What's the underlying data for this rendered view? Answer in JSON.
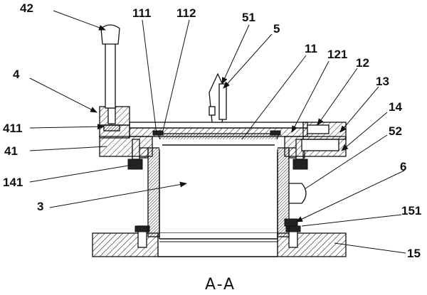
{
  "caption": "A-A",
  "labels": {
    "l42": "42",
    "l111": "111",
    "l112": "112",
    "l51": "51",
    "l5": "5",
    "l11": "11",
    "l121": "121",
    "l12": "12",
    "l13": "13",
    "l4": "4",
    "l14": "14",
    "l411": "411",
    "l41": "41",
    "l52": "52",
    "l141": "141",
    "l6": "6",
    "l3": "3",
    "l151": "151",
    "l15": "15"
  }
}
